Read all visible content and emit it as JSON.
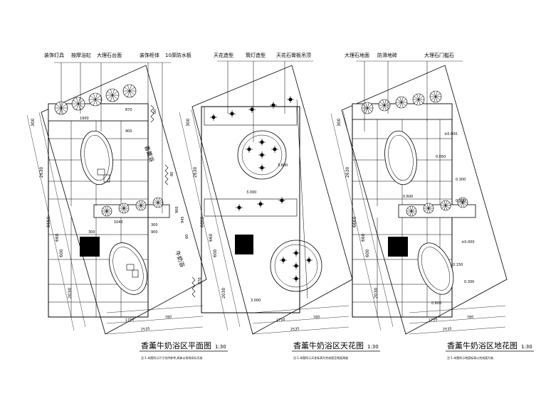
{
  "panels": [
    {
      "title": "香薰牛奶浴区平面图",
      "scale": "1:30",
      "note": "注:1.本图所示尺寸仅供参考,具体以现场实际为准",
      "callouts": [
        "装饰灯具",
        "按摩浴缸",
        "大理石台面",
        "装饰柜体",
        "10厚防水板"
      ],
      "zone_labels": [
        "香薰浴",
        "牛奶浴"
      ],
      "dims_left": [
        "300",
        "2630",
        "6660",
        "660",
        "600",
        "2030"
      ],
      "dims_top": [
        "1900",
        "870",
        "400"
      ],
      "dims_mid": [
        "1040",
        "900",
        "300",
        "300"
      ],
      "dims_bottom": [
        "1750",
        "780",
        "2535"
      ],
      "dims_right": [
        "60",
        "80",
        "900",
        "945",
        "60",
        "870"
      ]
    },
    {
      "title": "香薰牛奶浴区天花图",
      "scale": "1:30",
      "note": "注:1.本图所示天花标高为完成面至地面高度",
      "callouts": [
        "天花造型",
        "筒灯造型",
        "天花石膏板吊顶"
      ],
      "dims_left": [
        "300",
        "2630",
        "6660",
        "660",
        "600",
        "2030"
      ],
      "levels": [
        "3.000",
        "3.800",
        "3.000"
      ],
      "dims_bottom": [
        "1750",
        "780",
        "2535"
      ]
    },
    {
      "title": "香薰牛奶浴区地花图",
      "scale": "1:30",
      "note": "注:1.本图所示地面标高以完成面为准",
      "callouts": [
        "大理石地面",
        "防滑地砖",
        "大理石门槛石"
      ],
      "dims_left": [
        "300",
        "2630",
        "6660",
        "660",
        "600",
        "2030"
      ],
      "levels": [
        "±0.000",
        "0.050",
        "0.300",
        "0.600",
        "0.300",
        "±0.000",
        "0.150",
        "0.300",
        "0.600"
      ],
      "dims_bottom": [
        "1750",
        "780",
        "2535"
      ]
    }
  ]
}
